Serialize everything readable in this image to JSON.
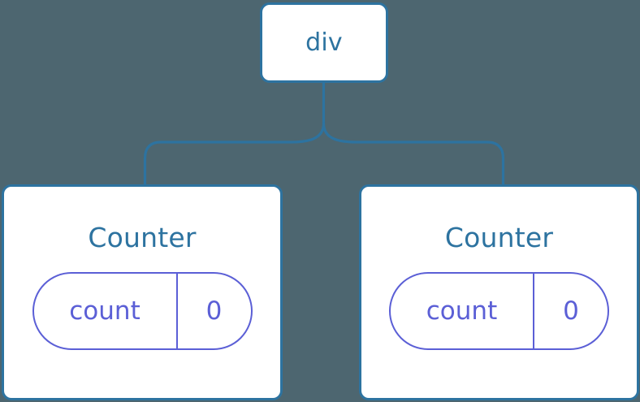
{
  "diagram": {
    "type": "component-tree",
    "background_color": "#4d6670",
    "node_border_color": "#2d73a0",
    "node_fill_color": "#ffffff",
    "node_label_color": "#2d73a0",
    "connector_color": "#2d73a0",
    "state_pill_color": "#5b5fd6",
    "root": {
      "label": "div"
    },
    "children": [
      {
        "label": "Counter",
        "state": {
          "key": "count",
          "value": "0"
        }
      },
      {
        "label": "Counter",
        "state": {
          "key": "count",
          "value": "0"
        }
      }
    ]
  }
}
